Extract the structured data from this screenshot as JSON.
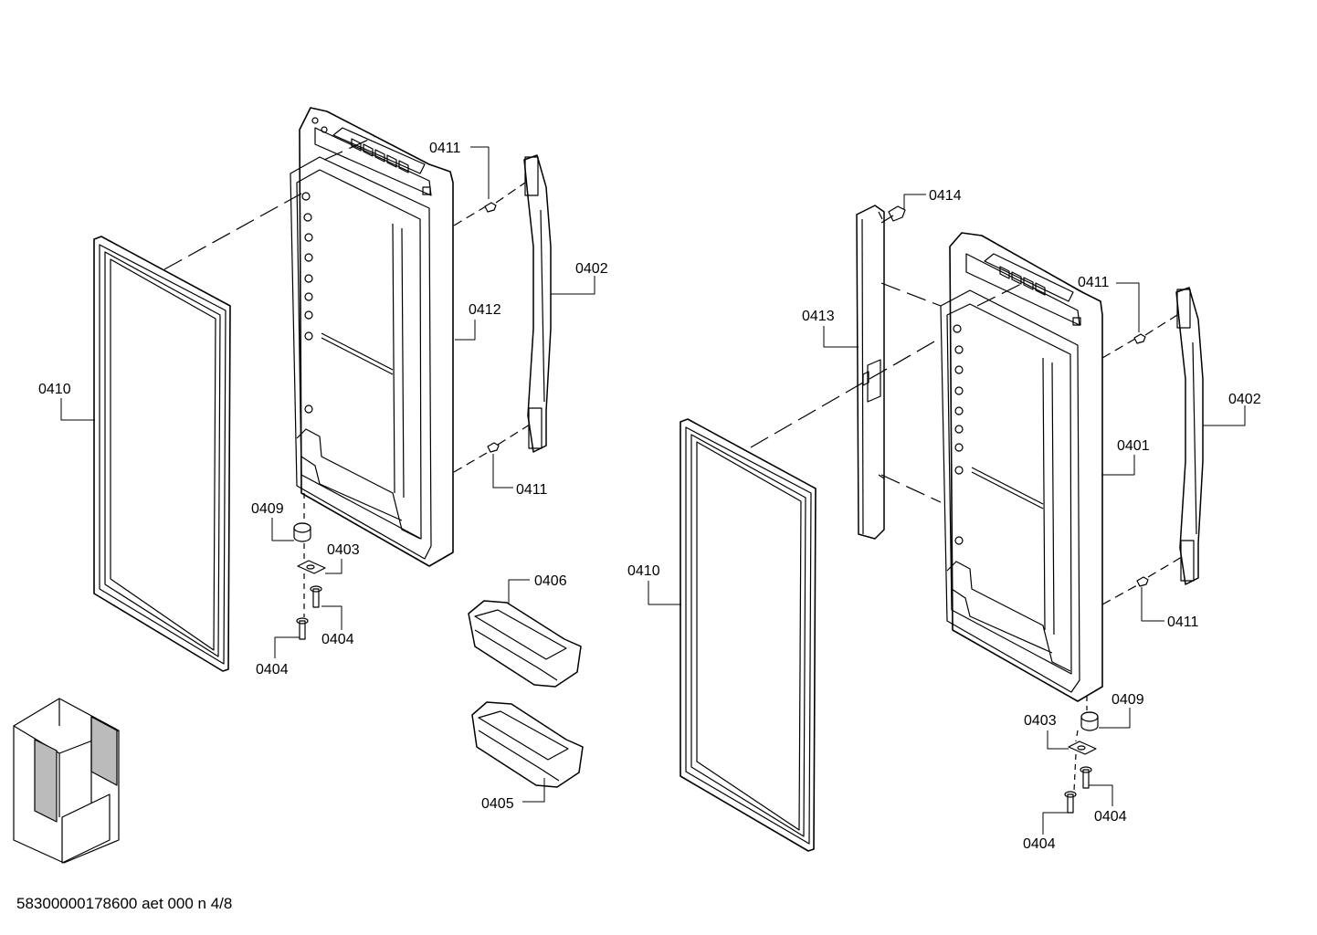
{
  "drawing": {
    "footer": "58300000178600 aet 000 n 4/8",
    "labels": {
      "l_0411_a": "0411",
      "l_0402_a": "0402",
      "l_0412": "0412",
      "l_0411_b": "0411",
      "l_0410_a": "0410",
      "l_0409_a": "0409",
      "l_0403_a": "0403",
      "l_0404_a": "0404",
      "l_0404_b": "0404",
      "l_0406": "0406",
      "l_0405": "0405",
      "l_0414": "0414",
      "l_0413": "0413",
      "l_0411_c": "0411",
      "l_0402_b": "0402",
      "l_0401": "0401",
      "l_0410_b": "0410",
      "l_0411_d": "0411",
      "l_0409_b": "0409",
      "l_0403_b": "0403",
      "l_0404_c": "0404",
      "l_0404_d": "0404"
    }
  }
}
